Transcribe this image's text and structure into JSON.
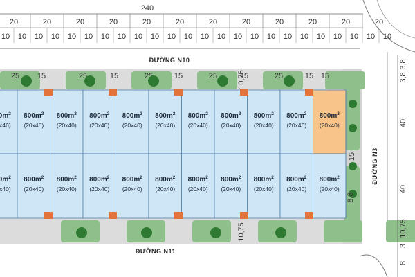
{
  "colors": {
    "lot": "#cfe6f7",
    "lot_highlight": "#f8c48a",
    "lot_stroke": "#4f7fa8",
    "road": "#ffffff",
    "verge": "#dcdcdc",
    "park": "#8fbf8a",
    "tree": "#2f7a33",
    "gate": "#e2733a"
  },
  "top_total": "240",
  "top_segments_row1": [
    "20",
    "20",
    "20",
    "20",
    "20",
    "20",
    "20",
    "20",
    "20",
    "20",
    "20",
    "20"
  ],
  "top_segments_row2": [
    "10",
    "10",
    "10",
    "10",
    "10",
    "10",
    "10",
    "10",
    "10",
    "10",
    "10",
    "10",
    "10",
    "10",
    "10",
    "10",
    "10",
    "10",
    "10",
    "10",
    "10",
    "10",
    "10",
    "10"
  ],
  "roads": {
    "north": "ĐƯỜNG N10",
    "south": "ĐƯỜNG N11",
    "east": "ĐƯỜNG N3"
  },
  "frontage_top": [
    "25",
    "15",
    "25",
    "15",
    "25",
    "15",
    "25",
    "15",
    "25",
    "15",
    "15"
  ],
  "setback_label": "10,75",
  "lot_area": "800m",
  "lot_area_unit": "2",
  "lot_size": "(20x40)",
  "lot_count_per_row": 11,
  "highlight_lot": 10,
  "right_dims": {
    "top_stack": [
      "3,8",
      "3,8"
    ],
    "depth_top": "40",
    "gap": "15",
    "depth_bottom": "40",
    "side_8": "8,8",
    "bottom_stack": [
      "10,75",
      "3",
      "8"
    ]
  }
}
